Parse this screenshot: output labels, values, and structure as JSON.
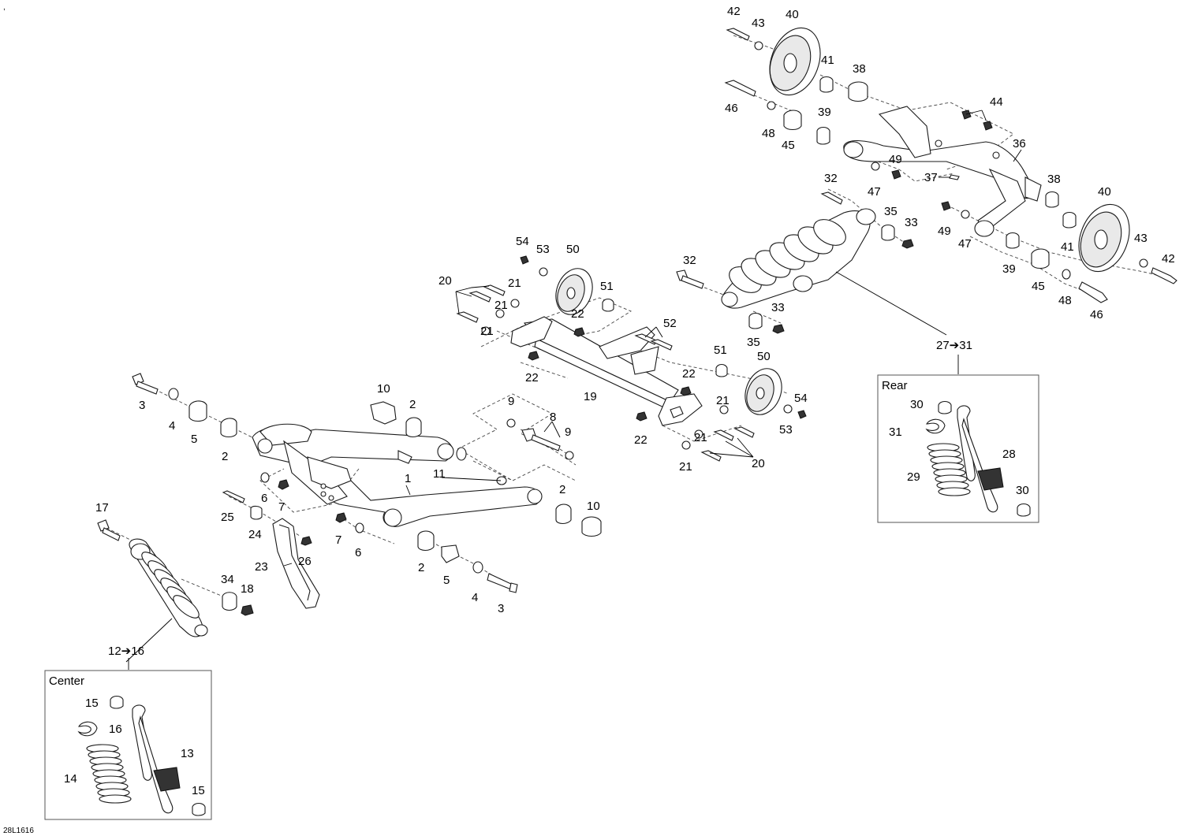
{
  "diagram": {
    "code": "28L1616",
    "tick_mark": ",",
    "boxes": {
      "rear": {
        "title": "Rear",
        "ref": "27➔31"
      },
      "center": {
        "title": "Center",
        "ref": "12➔16"
      }
    },
    "callouts": {
      "c1": "1",
      "c2a": "2",
      "c2b": "2",
      "c2c": "2",
      "c3a": "3",
      "c3b": "3",
      "c4a": "4",
      "c4b": "4",
      "c5a": "5",
      "c5b": "5",
      "c6a": "6",
      "c6b": "6",
      "c7a": "7",
      "c7b": "7",
      "c8": "8",
      "c9a": "9",
      "c9b": "9",
      "c10a": "10",
      "c10b": "10",
      "c11": "11",
      "c17": "17",
      "c18": "18",
      "c19": "19",
      "c20a": "20",
      "c20b": "20",
      "c21a": "21",
      "c21b": "21",
      "c21c": "21",
      "c21d": "21",
      "c21e": "21",
      "c21f": "21",
      "c22a": "22",
      "c22b": "22",
      "c22c": "22",
      "c22d": "22",
      "c23": "23",
      "c24": "24",
      "c25": "25",
      "c26": "26",
      "c32a": "32",
      "c32b": "32",
      "c33a": "33",
      "c33b": "33",
      "c34": "34",
      "c35a": "35",
      "c35b": "35",
      "c36": "36",
      "c37": "37",
      "c38a": "38",
      "c38b": "38",
      "c39a": "39",
      "c39b": "39",
      "c40a": "40",
      "c40b": "40",
      "c41a": "41",
      "c41b": "41",
      "c42a": "42",
      "c42b": "42",
      "c43a": "43",
      "c43b": "43",
      "c44": "44",
      "c45a": "45",
      "c45b": "45",
      "c46a": "46",
      "c46b": "46",
      "c47a": "47",
      "c47b": "47",
      "c48a": "48",
      "c48b": "48",
      "c49a": "49",
      "c49b": "49",
      "c50a": "50",
      "c50b": "50",
      "c51a": "51",
      "c51b": "51",
      "c52": "52",
      "c53a": "53",
      "c53b": "53",
      "c54a": "54",
      "c54b": "54",
      "r28": "28",
      "r29": "29",
      "r30a": "30",
      "r30b": "30",
      "r31": "31",
      "k13": "13",
      "k14": "14",
      "k15a": "15",
      "k15b": "15",
      "k16": "16"
    }
  }
}
